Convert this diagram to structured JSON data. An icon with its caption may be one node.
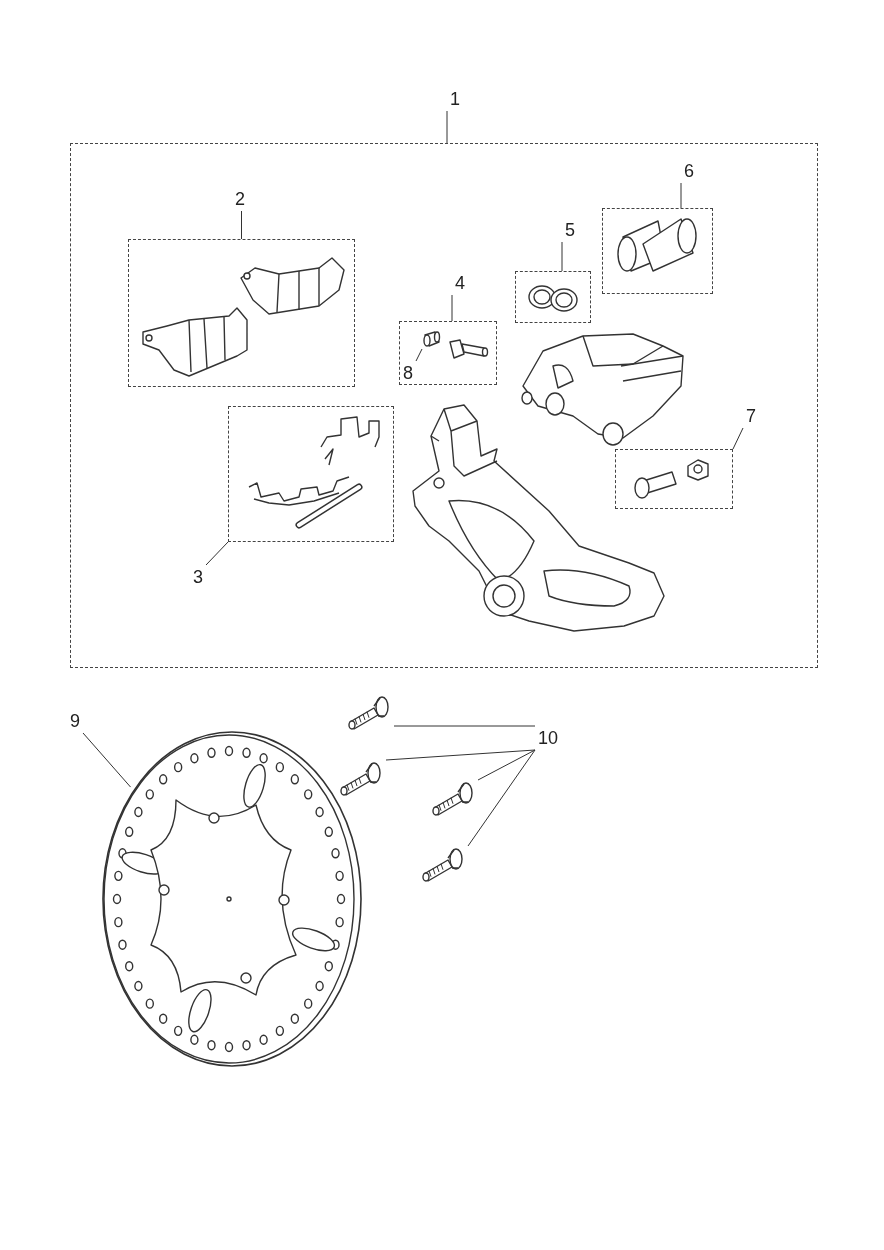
{
  "diagram": {
    "nodes": [
      {
        "text": [
          "1"
        ]
      },
      {
        "text": [],
        "shape": "box"
      },
      {
        "text": [
          "2"
        ],
        "in": 1
      },
      {
        "text": [],
        "shape": "box",
        "in": 1
      },
      {
        "text": [
          "3"
        ],
        "in": 1
      },
      {
        "text": [],
        "shape": "box",
        "in": 1
      },
      {
        "text": [
          "4"
        ],
        "in": 1
      },
      {
        "text": [],
        "shape": "box",
        "in": 1
      },
      {
        "text": [
          "8"
        ],
        "in": 7
      },
      {
        "text": [],
        "shape": "picture",
        "in": 7
      },
      {
        "text": [
          "5"
        ],
        "in": 1
      },
      {
        "text": [],
        "shape": "box",
        "in": 1
      },
      {
        "text": [
          "6"
        ],
        "in": 1
      },
      {
        "text": [],
        "shape": "box",
        "in": 1
      },
      {
        "text": [
          "7"
        ],
        "in": 1
      },
      {
        "text": [],
        "shape": "box",
        "in": 1
      },
      {
        "text": [
          "9"
        ]
      },
      {
        "text": [],
        "shape": "picture"
      },
      {
        "text": [
          "10"
        ]
      },
      {
        "text": [],
        "shape": "picture"
      },
      {
        "text": [],
        "shape": "picture"
      },
      {
        "text": [],
        "shape": "picture"
      },
      {
        "text": [],
        "shape": "picture"
      }
    ],
    "edges": [
      {
        "from": 0,
        "to": 1,
        "arrow": "none"
      },
      {
        "from": 2,
        "to": 3,
        "arrow": "none"
      },
      {
        "from": 4,
        "to": 5,
        "arrow": "none"
      },
      {
        "from": 6,
        "to": 7,
        "arrow": "none"
      },
      {
        "from": 8,
        "to": 9,
        "arrow": "none"
      },
      {
        "from": 10,
        "to": 11,
        "arrow": "none"
      },
      {
        "from": 12,
        "to": 13,
        "arrow": "none"
      },
      {
        "from": 14,
        "to": 15,
        "arrow": "none"
      },
      {
        "from": 16,
        "to": 17,
        "arrow": "none"
      },
      {
        "from": 18,
        "to": 19,
        "arrow": "none"
      },
      {
        "from": 18,
        "to": 20,
        "arrow": "none"
      },
      {
        "from": 18,
        "to": 21,
        "arrow": "none"
      },
      {
        "from": 18,
        "to": 22,
        "arrow": "none"
      }
    ]
  }
}
